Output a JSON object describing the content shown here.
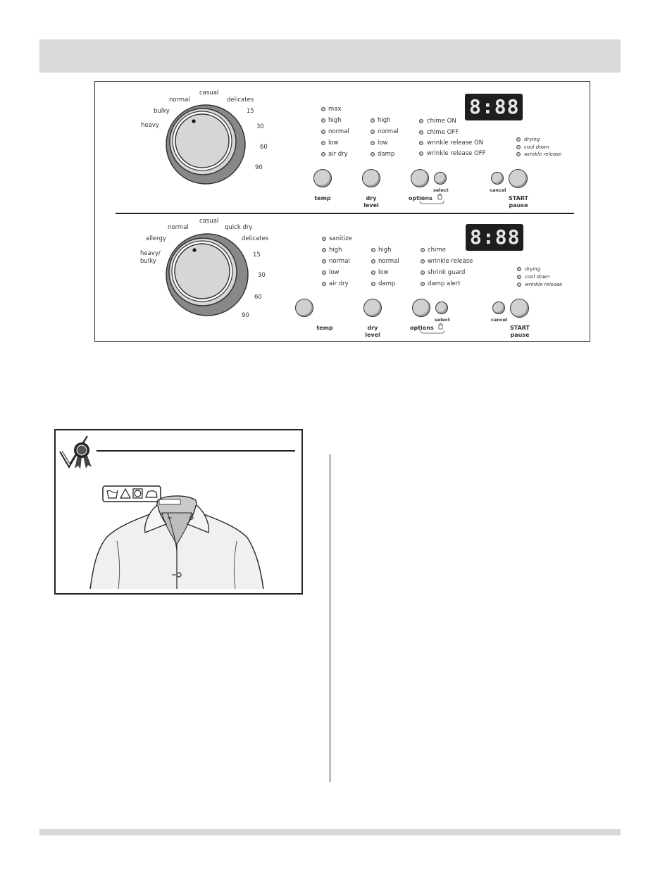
{
  "upper_panel": {
    "dial_labels": {
      "casual": "casual",
      "normal": "normal",
      "delicates": "delicates",
      "bulky": "bulky",
      "heavy": "heavy",
      "t15": "15",
      "t30": "30",
      "t60": "60",
      "t90": "90"
    },
    "temp_options": [
      "max",
      "high",
      "normal",
      "low",
      "air dry"
    ],
    "dry_options": [
      "high",
      "normal",
      "low",
      "damp"
    ],
    "option_items": [
      "chime ON",
      "chime OFF",
      "wrinkle release ON",
      "wrinkle release OFF"
    ],
    "status_items": [
      "drying",
      "cool down",
      "wrinkle release"
    ],
    "display": "8:88",
    "buttons": {
      "temp": "temp",
      "dry1": "dry",
      "dry2": "level",
      "options": "options",
      "select": "select",
      "cancel": "cancel",
      "start": "START",
      "pause": "pause"
    }
  },
  "lower_panel": {
    "dial_labels": {
      "casual": "casual",
      "normal": "normal",
      "quick_dry": "quick dry",
      "allergy": "allergy",
      "delicates": "delicates",
      "heavy1": "heavy/",
      "heavy2": "bulky",
      "t15": "15",
      "t30": "30",
      "t60": "60",
      "t90": "90"
    },
    "temp_options": [
      "sanitize",
      "high",
      "normal",
      "low",
      "air dry"
    ],
    "dry_options": [
      "high",
      "normal",
      "low",
      "damp"
    ],
    "option_items": [
      "chime",
      "wrinkle release",
      "shrink guard",
      "damp alert"
    ],
    "status_items": [
      "drying",
      "cool down",
      "wrinkle release"
    ],
    "display": "8:88",
    "buttons": {
      "temp": "temp",
      "dry1": "dry",
      "dry2": "level",
      "options": "options",
      "select": "select",
      "cancel": "cancel",
      "start": "START",
      "pause": "pause"
    }
  },
  "colors": {
    "header_band": "#d9d9d9",
    "display_bg": "#1e1e1e",
    "display_segment": "#e6e6e6"
  }
}
